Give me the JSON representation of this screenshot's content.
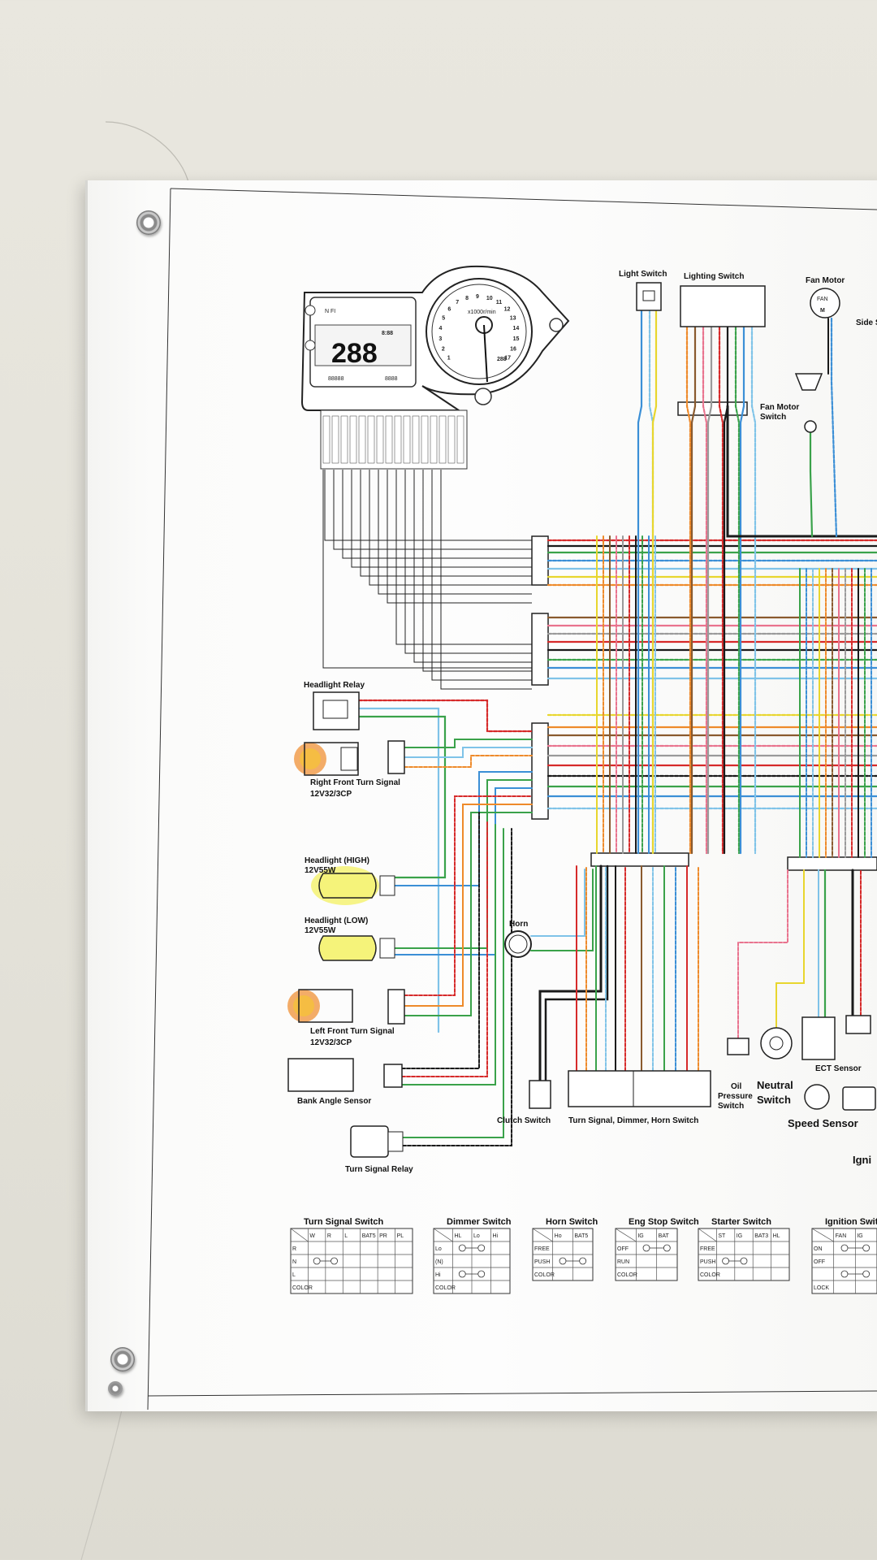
{
  "diagram": {
    "top_labels": {
      "light_switch": "Light Switch",
      "lighting_switch": "Lighting Switch",
      "fan_motor": "Fan Motor",
      "side": "Side S",
      "fan_motor_switch_1": "Fan Motor",
      "fan_motor_switch_2": "Switch"
    },
    "left_labels": {
      "headlight_relay": "Headlight Relay",
      "right_front_turn_signal": "Right Front Turn Signal",
      "right_front_spec": "12V32/3CP",
      "headlight_high": "Headlight (HIGH)",
      "headlight_high_spec": "12V55W",
      "headlight_low": "Headlight (LOW)",
      "headlight_low_spec": "12V55W",
      "left_front_turn_signal": "Left Front Turn Signal",
      "left_front_spec": "12V32/3CP",
      "bank_angle_sensor": "Bank Angle Sensor",
      "turn_signal_relay": "Turn Signal Relay"
    },
    "bottom_labels": {
      "horn": "Horn",
      "clutch_switch": "Clutch Switch",
      "turn_dimmer_horn": "Turn Signal, Dimmer, Horn Switch",
      "oil_pressure_1": "Oil",
      "oil_pressure_2": "Pressure",
      "oil_pressure_3": "Switch",
      "neutral_1": "Neutral",
      "neutral_2": "Switch",
      "ect_sensor": "ECT Sensor",
      "speed_sensor": "Speed Sensor",
      "igni": "Igni"
    },
    "gauge": {
      "lcd_top": "8:88",
      "lcd_big": "288",
      "lcd_sub": "88888",
      "lcd_sub2": "8888",
      "fi": "N FI",
      "rpm_unit": "x1000r/min",
      "tach_readout": "288",
      "tach_ticks": [
        "1",
        "2",
        "3",
        "4",
        "5",
        "6",
        "7",
        "8",
        "9",
        "10",
        "11",
        "12",
        "13",
        "14",
        "15",
        "16",
        "17"
      ]
    },
    "tables": [
      {
        "title": "Turn Signal Switch",
        "headers": [
          "",
          "W",
          "R",
          "L",
          "BAT5",
          "PR",
          "PL"
        ],
        "rows": [
          "R",
          "N",
          "L",
          "COLOR"
        ]
      },
      {
        "title": "Dimmer Switch",
        "headers": [
          "",
          "HL",
          "Lo",
          "Hi"
        ],
        "rows": [
          "Lo",
          "(N)",
          "Hi",
          "COLOR"
        ]
      },
      {
        "title": "Horn Switch",
        "headers": [
          "",
          "Ho",
          "BAT5"
        ],
        "rows": [
          "FREE",
          "PUSH",
          "COLOR"
        ]
      },
      {
        "title": "Eng Stop Switch",
        "headers": [
          "",
          "IG",
          "BAT"
        ],
        "rows": [
          "OFF",
          "RUN",
          "COLOR"
        ]
      },
      {
        "title": "Starter Switch",
        "headers": [
          "",
          "ST",
          "IG",
          "BAT3",
          "HL"
        ],
        "rows": [
          "FREE",
          "PUSH",
          "COLOR"
        ]
      },
      {
        "title": "Ignition Switch",
        "headers": [
          "",
          "FAN",
          "IG"
        ],
        "rows": [
          "ON",
          "OFF",
          "",
          "LOCK"
        ]
      }
    ],
    "colors": {
      "red": "#d62a2a",
      "black": "#1a1a1a",
      "green": "#3aa24a",
      "blue": "#3b8fd6",
      "lightblue": "#7fc3e8",
      "yellow": "#e8d62e",
      "orange": "#ee8a2a",
      "brown": "#8a5a2e",
      "pink": "#e9738e",
      "gray": "#9a9a9a",
      "bulb_yellow": "#f2ef3a",
      "bulb_orange": "#f08a2a"
    }
  }
}
